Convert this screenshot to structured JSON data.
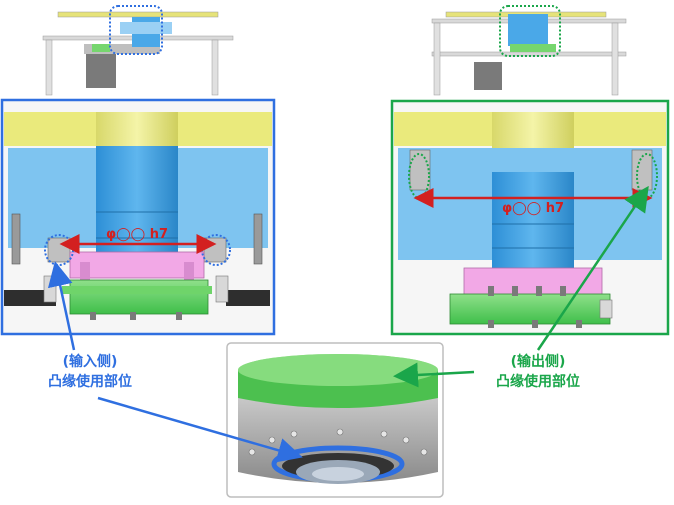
{
  "left_panel": {
    "dimension_label": "φ◯◯ h7",
    "border_color": "#2f6fe0"
  },
  "right_panel": {
    "dimension_label": "φ◯◯ h7",
    "border_color": "#1aa64a"
  },
  "input_callout": {
    "line1": "(输入侧)",
    "line2": "凸缘使用部位",
    "color": "#2f6fe0"
  },
  "output_callout": {
    "line1": "(输出侧)",
    "line2": "凸缘使用部位",
    "color": "#1aa64a"
  },
  "dimension_color": "#d32020"
}
